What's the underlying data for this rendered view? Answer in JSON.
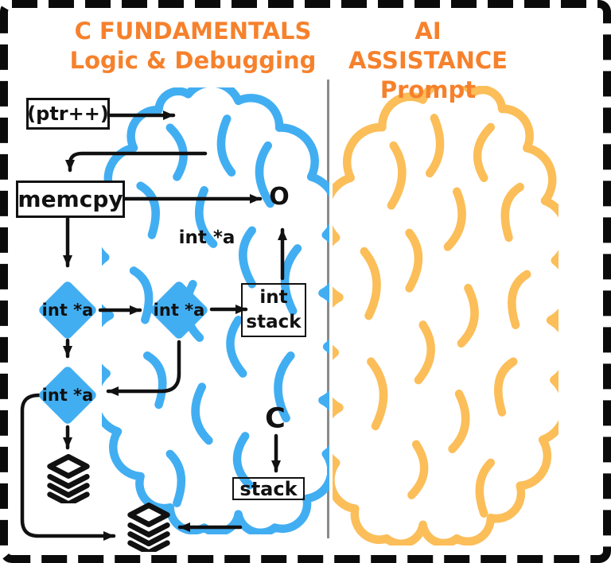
{
  "titles": {
    "color": "#F6812C",
    "left": {
      "line1": "C FUNDAMENTALS",
      "line2": "Logic & Debugging"
    },
    "right": {
      "line1": "AI ASSISTANCE",
      "line2": "Prompt"
    }
  },
  "flowchart": {
    "ptr_box": "(ptr++)",
    "memcpy_box": "memcpy",
    "diamond1": "int *a",
    "diamond2": "int *a",
    "diamond3": "int *a",
    "pointer_label": "int *a",
    "o_label": "O",
    "c_label": "C",
    "int_stack_box": {
      "line1": "int",
      "line2": "stack"
    },
    "stack_box": "stack",
    "diamond_color": "#42AEF2",
    "line_color": "#111111"
  },
  "brains": {
    "left_color": "#42AEF2",
    "right_color": "#FBBE59"
  },
  "frame": {
    "border_color": "#0b0b0b",
    "divider_color": "#8a8a8a"
  },
  "icons": {
    "stack1": "stack-layers-icon",
    "stack2": "stack-layers-icon"
  }
}
